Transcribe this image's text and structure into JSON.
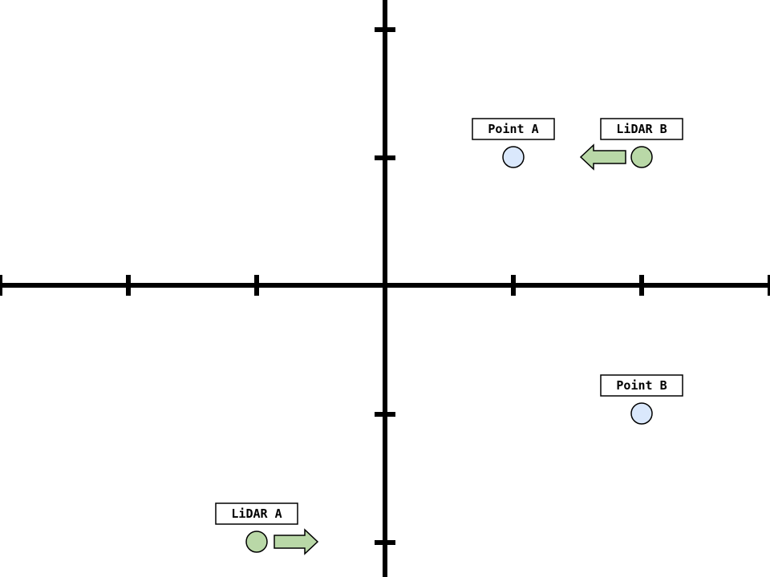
{
  "diagram": {
    "type": "coordinate-plane",
    "x_range": [
      -3,
      3
    ],
    "y_range": [
      -2,
      2
    ],
    "tick_step": 1,
    "colors": {
      "axis": "#000000",
      "point_fill": "#dae8fc",
      "lidar_fill": "#b9d8a7",
      "arrow_fill": "#b9d8a7",
      "label_border": "#000000"
    },
    "points": [
      {
        "id": "point-a",
        "label": "Point A",
        "x": 1,
        "y": 1,
        "kind": "point"
      },
      {
        "id": "point-b",
        "label": "Point B",
        "x": 2,
        "y": -1,
        "kind": "point"
      }
    ],
    "sensors": [
      {
        "id": "lidar-a",
        "label": "LiDAR A",
        "x": -1,
        "y": -2,
        "kind": "lidar",
        "arrow_direction": "right"
      },
      {
        "id": "lidar-b",
        "label": "LiDAR B",
        "x": 2,
        "y": 1,
        "kind": "lidar",
        "arrow_direction": "left"
      }
    ]
  }
}
